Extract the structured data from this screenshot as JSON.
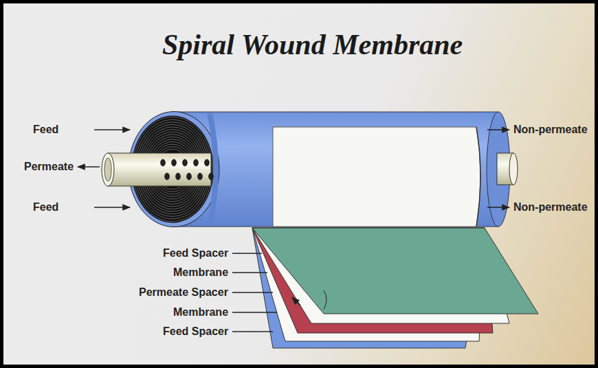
{
  "diagram": {
    "title": "Spiral Wound Membrane",
    "labels": [
      "Feed",
      "Permeate",
      "Feed",
      "Non-permeate",
      "Non-permeate",
      "Feed Spacer",
      "Membrane",
      "Permeate Spacer",
      "Membrane",
      "Feed Spacer"
    ]
  }
}
